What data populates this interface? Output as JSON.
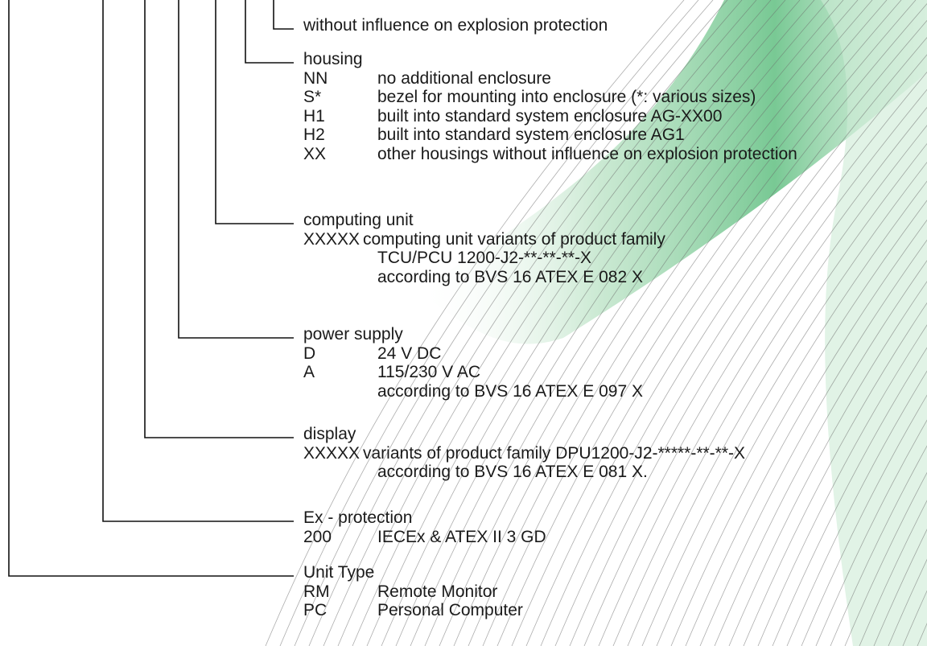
{
  "colors": {
    "accent_green": "#3cae62",
    "line": "#111111",
    "hatch": "#6b6b6b"
  },
  "sections": [
    {
      "id": "misc",
      "heading": "without influence on explosion protection",
      "rows": []
    },
    {
      "id": "housing",
      "heading": "housing",
      "rows": [
        {
          "code": "NN",
          "desc": "no additional enclosure"
        },
        {
          "code": "S*",
          "desc": "bezel for mounting into enclosure (*: various sizes)"
        },
        {
          "code": "H1",
          "desc": "built into standard system enclosure AG-XX00"
        },
        {
          "code": "H2",
          "desc": "built into standard system enclosure AG1"
        },
        {
          "code": "XX",
          "desc": "other housings without influence on explosion protection"
        }
      ]
    },
    {
      "id": "computing",
      "heading": "computing unit",
      "rows": [
        {
          "code": "XXXXX",
          "desc": "computing unit variants of product family"
        },
        {
          "code": "",
          "desc": "TCU/PCU 1200-J2-**-**-**-X"
        },
        {
          "code": "",
          "desc": "according to BVS 16 ATEX E 082 X"
        }
      ]
    },
    {
      "id": "power",
      "heading": "power supply",
      "rows": [
        {
          "code": "D",
          "desc": "24 V DC"
        },
        {
          "code": "A",
          "desc": "115/230 V AC"
        },
        {
          "code": "",
          "desc": "according to BVS 16 ATEX E 097 X"
        }
      ]
    },
    {
      "id": "display",
      "heading": "display",
      "rows": [
        {
          "code": "XXXXX",
          "desc": "variants of product family DPU1200-J2-*****-**-**-X"
        },
        {
          "code": "",
          "desc": "according to BVS 16 ATEX E 081 X."
        }
      ]
    },
    {
      "id": "ex",
      "heading": "Ex - protection",
      "rows": [
        {
          "code": "200",
          "desc": "IECEx & ATEX II 3 GD"
        }
      ]
    },
    {
      "id": "unit",
      "heading": "Unit Type",
      "rows": [
        {
          "code": "RM",
          "desc": "Remote Monitor"
        },
        {
          "code": "PC",
          "desc": "Personal Computer"
        }
      ]
    }
  ]
}
